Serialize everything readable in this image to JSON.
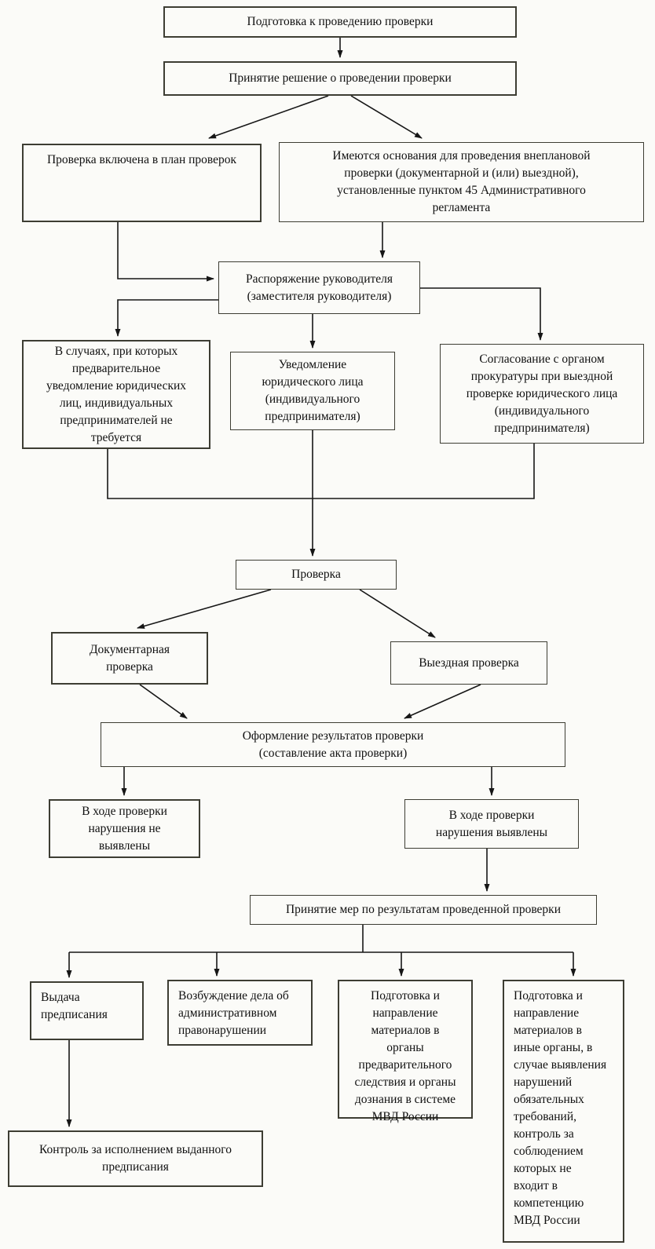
{
  "colors": {
    "paper": "#fbfbf8",
    "box_border": "#3d3d33",
    "line": "#161616",
    "text": "#101010"
  },
  "diagram": {
    "nodes": {
      "preparation": "Подготовка к проведению проверки",
      "decision": "Принятие решение о проведении проверки",
      "plan": "Проверка включена в план проверок",
      "unscheduled_grounds": "Имеются основания для проведения внеплановой\nпроверки (документарной и (или) выездной),\nустановленные пунктом 45 Административного\nрегламента",
      "order": "Распоряжение руководителя\n(заместителя руководителя)",
      "no_notice_needed": "В случаях, при которых\nпредварительное\nуведомление юридических\nлиц, индивидуальных\nпредпринимателей не\nтребуется",
      "notice": "Уведомление\nюридического лица\n(индивидуального\nпредпринимателя)",
      "prosecutor_approval": "Согласование с органом\nпрокуратуры при выездной\nпроверке юридического лица\n(индивидуального\nпредпринимателя)",
      "inspection": "Проверка",
      "documentary": "Документарная\nпроверка",
      "field": "Выездная проверка",
      "results": "Оформление результатов проверки\n(составление акта проверки)",
      "no_violations": "В ходе проверки\nнарушения не\nвыявлены",
      "violations_found": "В ходе проверки\nнарушения выявлены",
      "measures": "Принятие мер по результатам проведенной проверки",
      "prescription": "Выдача\nпредписания",
      "admin_case": "Возбуждение дела об\nадминистративном\nправонарушении",
      "mvd_materials": "Подготовка и\nнаправление\nматериалов в\nорганы\nпредварительного\nследствия и органы\nдознания в системе\nМВД России",
      "other_materials": "Подготовка и\nнаправление\nматериалов в\nиные органы, в\nслучае выявления\nнарушений\nобязательных\nтребований,\nконтроль за\nсоблюдением\nкоторых не\nвходит в\nкомпетенцию\nМВД России",
      "prescription_control": "Контроль за исполнением выданного\nпредписания"
    }
  }
}
